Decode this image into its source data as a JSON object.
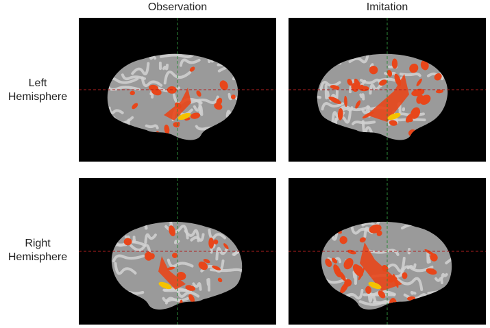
{
  "columns": [
    {
      "label": "Observation"
    },
    {
      "label": "Imitation"
    }
  ],
  "rows": [
    {
      "label_line1": "Left",
      "label_line2": "Hemisphere"
    },
    {
      "label_line1": "Right",
      "label_line2": "Hemisphere"
    }
  ],
  "colors": {
    "background": "#000000",
    "cortex": "#9a9a9a",
    "cortex_ridge": "#d2d2d2",
    "activation": "#e8461a",
    "activation_peak": "#f5c200",
    "crosshair_horizontal": "#b02020",
    "crosshair_vertical": "#2e8b3a"
  }
}
